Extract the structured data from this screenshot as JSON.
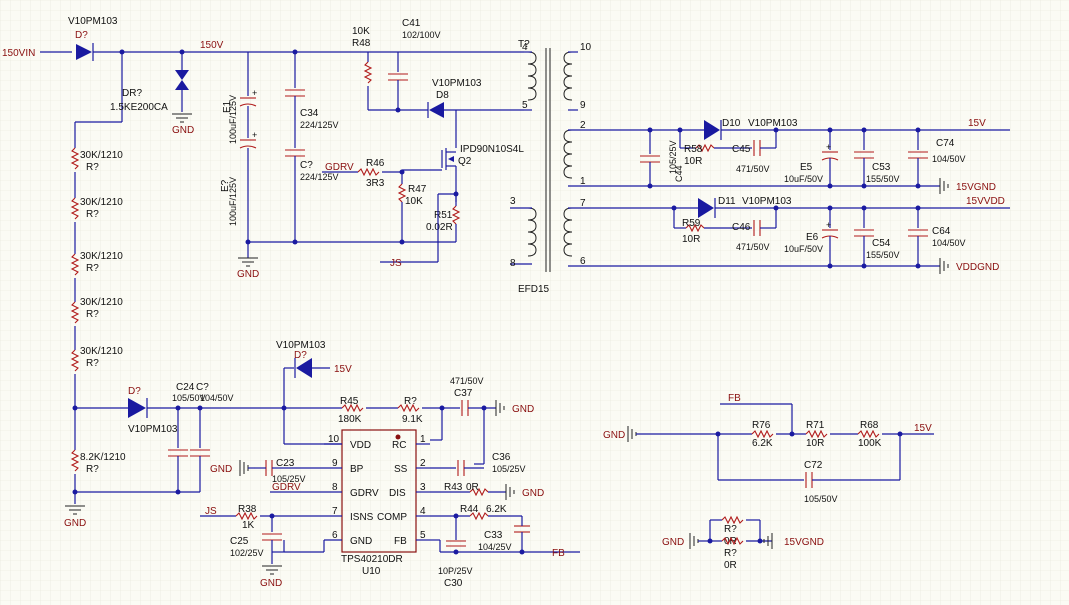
{
  "nets": {
    "vin": "150VIN",
    "v150": "150V",
    "gnd": "GND",
    "gdrv": "GDRV",
    "js": "JS",
    "v15": "15V",
    "v15gnd": "15VGND",
    "v15vdd": "15VVDD",
    "vddgnd": "VDDGND",
    "fb": "FB"
  },
  "components": {
    "d_in": {
      "ref": "D?",
      "value": "V10PM103"
    },
    "dr": {
      "ref": "DR?",
      "value": "1.5KE200CA"
    },
    "e1": {
      "ref": "E1",
      "value": "100uF/125V"
    },
    "e2": {
      "ref": "E?",
      "value": "100uF/125V"
    },
    "c34": {
      "ref": "C34",
      "value": "224/125V"
    },
    "c_q": {
      "ref": "C?",
      "value": "224/125V"
    },
    "r48": {
      "ref": "R48",
      "value": "10K"
    },
    "c41": {
      "ref": "C41",
      "value": "102/100V"
    },
    "d8": {
      "ref": "D8",
      "value": "V10PM103"
    },
    "q2": {
      "ref": "Q2",
      "value": "IPD90N10S4L"
    },
    "r46": {
      "ref": "R46",
      "value": "3R3"
    },
    "r47": {
      "ref": "R47",
      "value": "10K"
    },
    "r51": {
      "ref": "R51",
      "value": "0.02R"
    },
    "t": {
      "ref": "T?",
      "value": "EFD15"
    },
    "d10": {
      "ref": "D10",
      "value": "V10PM103"
    },
    "r58": {
      "ref": "R58",
      "value": "10R"
    },
    "c45": {
      "ref": "C45",
      "value": "471/50V"
    },
    "c44": {
      "ref": "C44",
      "value": "105/25V"
    },
    "e5": {
      "ref": "E5",
      "value": "10uF/50V"
    },
    "c53": {
      "ref": "C53",
      "value": "155/50V"
    },
    "c74": {
      "ref": "C74",
      "value": "104/50V"
    },
    "d11": {
      "ref": "D11",
      "value": "V10PM103"
    },
    "r59": {
      "ref": "R59",
      "value": "10R"
    },
    "c46": {
      "ref": "C46",
      "value": "471/50V"
    },
    "e6": {
      "ref": "E6",
      "value": "10uF/50V"
    },
    "c54": {
      "ref": "C54",
      "value": "155/50V"
    },
    "c64": {
      "ref": "C64",
      "value": "104/50V"
    },
    "r_div": {
      "ref": "R?",
      "value": "30K/1210"
    },
    "r_bot": {
      "ref": "R?",
      "value": "8.2K/1210"
    },
    "d_aux": {
      "ref": "D?",
      "value": "V10PM103"
    },
    "d_15": {
      "ref": "D?",
      "value": "V10PM103"
    },
    "c24": {
      "ref": "C24",
      "value": "105/50V"
    },
    "c_q2": {
      "ref": "C?",
      "value": "104/50V"
    },
    "r45": {
      "ref": "R45",
      "value": "180K"
    },
    "r_rc": {
      "ref": "R?",
      "value": "9.1K"
    },
    "c37": {
      "ref": "C37",
      "value": "471/50V"
    },
    "c36": {
      "ref": "C36",
      "value": "105/25V"
    },
    "c23": {
      "ref": "C23",
      "value": "105/25V"
    },
    "r43": {
      "ref": "R43",
      "value": "0R"
    },
    "r44": {
      "ref": "R44",
      "value": "6.2K"
    },
    "c33": {
      "ref": "C33",
      "value": "104/25V"
    },
    "r38": {
      "ref": "R38",
      "value": "1K"
    },
    "c25": {
      "ref": "C25",
      "value": "102/25V"
    },
    "c30": {
      "ref": "C30",
      "value": "10P/25V"
    },
    "u10": {
      "ref": "U10",
      "value": "TPS40210DR"
    },
    "r76": {
      "ref": "R76",
      "value": "6.2K"
    },
    "r71": {
      "ref": "R71",
      "value": "10R"
    },
    "r68": {
      "ref": "R68",
      "value": "100K"
    },
    "c72": {
      "ref": "C72",
      "value": "105/50V"
    },
    "r_gnd1": {
      "ref": "R?",
      "value": "0R"
    },
    "r_gnd2": {
      "ref": "R?",
      "value": "0R"
    }
  },
  "transformer_pins": [
    "4",
    "5",
    "3",
    "8",
    "10",
    "9",
    "2",
    "1",
    "7",
    "6"
  ],
  "ic_pins": {
    "left": [
      {
        "num": "10",
        "name": "VDD"
      },
      {
        "num": "9",
        "name": "BP"
      },
      {
        "num": "8",
        "name": "GDRV"
      },
      {
        "num": "7",
        "name": "ISNS"
      },
      {
        "num": "6",
        "name": "GND"
      }
    ],
    "right": [
      {
        "num": "1",
        "name": "RC"
      },
      {
        "num": "2",
        "name": "SS"
      },
      {
        "num": "3",
        "name": "DIS"
      },
      {
        "num": "4",
        "name": "COMP"
      },
      {
        "num": "5",
        "name": "FB"
      }
    ]
  },
  "colors": {
    "wire": "#1a1aa0",
    "component": "#b01a1a",
    "background": "#fbfbf4",
    "netlabel": "#8a1010"
  }
}
